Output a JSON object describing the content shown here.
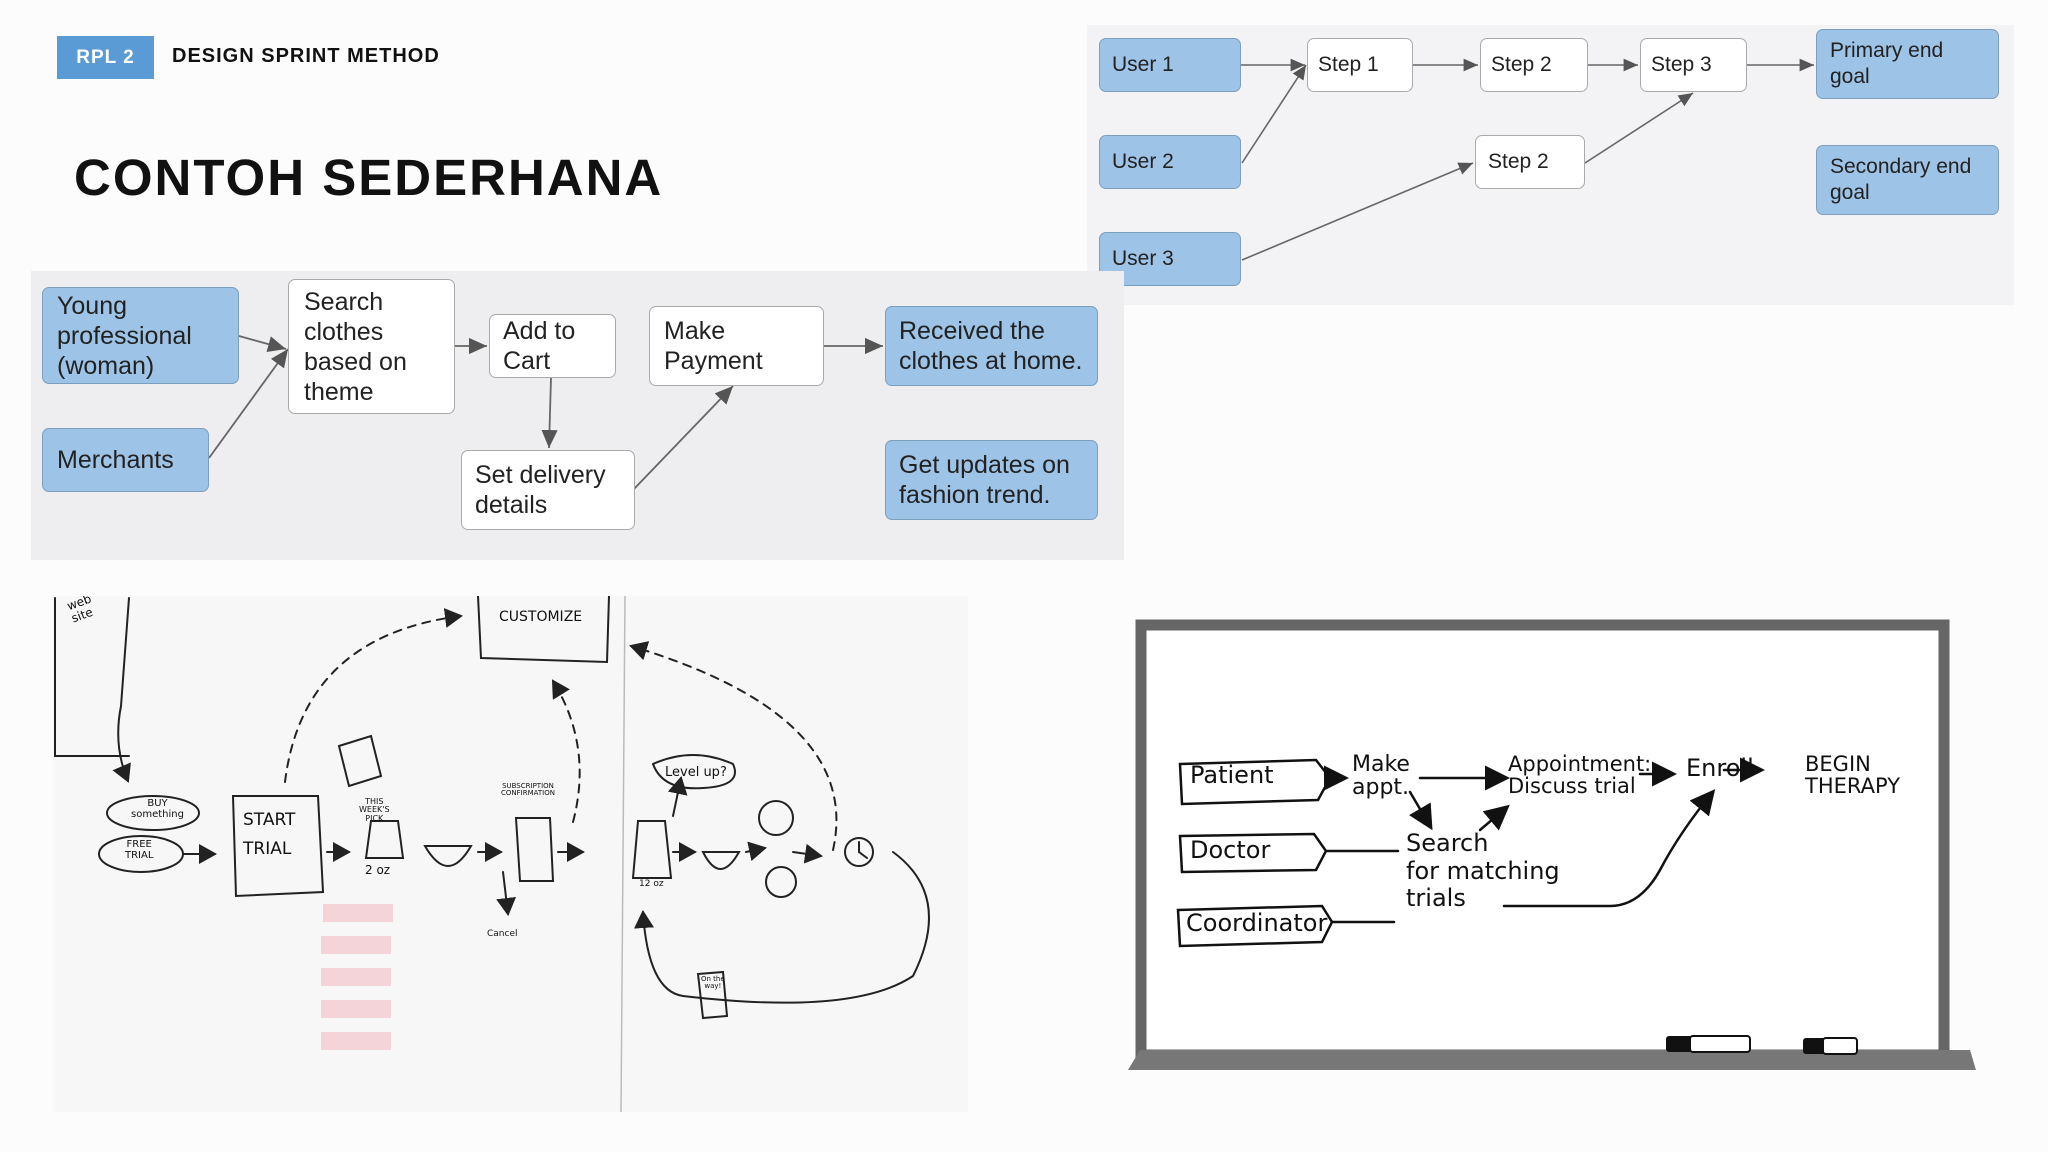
{
  "header": {
    "badge": "RPL 2",
    "title": "DESIGN SPRINT METHOD"
  },
  "page_title": "CONTOH SEDERHANA",
  "diagram_generic": {
    "users": [
      "User 1",
      "User 2",
      "User 3"
    ],
    "steps": [
      "Step 1",
      "Step 2",
      "Step 3",
      "Step 2"
    ],
    "goals": [
      "Primary end\ngoal",
      "Secondary end\ngoal"
    ]
  },
  "diagram_fashion": {
    "actors": [
      "Young\nprofessional\n(woman)",
      "Merchants"
    ],
    "steps": [
      "Search\nclothes\nbased on\ntheme",
      "Add to\nCart",
      "Make\nPayment",
      "Set delivery\ndetails"
    ],
    "goals": [
      "Received the\nclothes at home.",
      "Get updates on\nfashion trend."
    ]
  },
  "sketch_coffee": {
    "labels": [
      "web\nsite",
      "CUSTOMIZE",
      "BUY\nsomething",
      "FREE\nTRIAL",
      "START\nTRIAL",
      "THIS\nWEEK'S\nPICK",
      "SUBSCRIPTION\nCONFIRMATION",
      "Level up?",
      "2 oz",
      "12 oz",
      "Cancel",
      "On the\nway!"
    ]
  },
  "whiteboard": {
    "actors": [
      "Patient",
      "Doctor",
      "Coordinator"
    ],
    "make_appt": "Make\nappt.",
    "search": "Search\nfor matching\ntrials",
    "appointment": "Appointment:\nDiscuss trial",
    "enroll": "Enroll",
    "begin": "BEGIN\nTHERAPY"
  }
}
